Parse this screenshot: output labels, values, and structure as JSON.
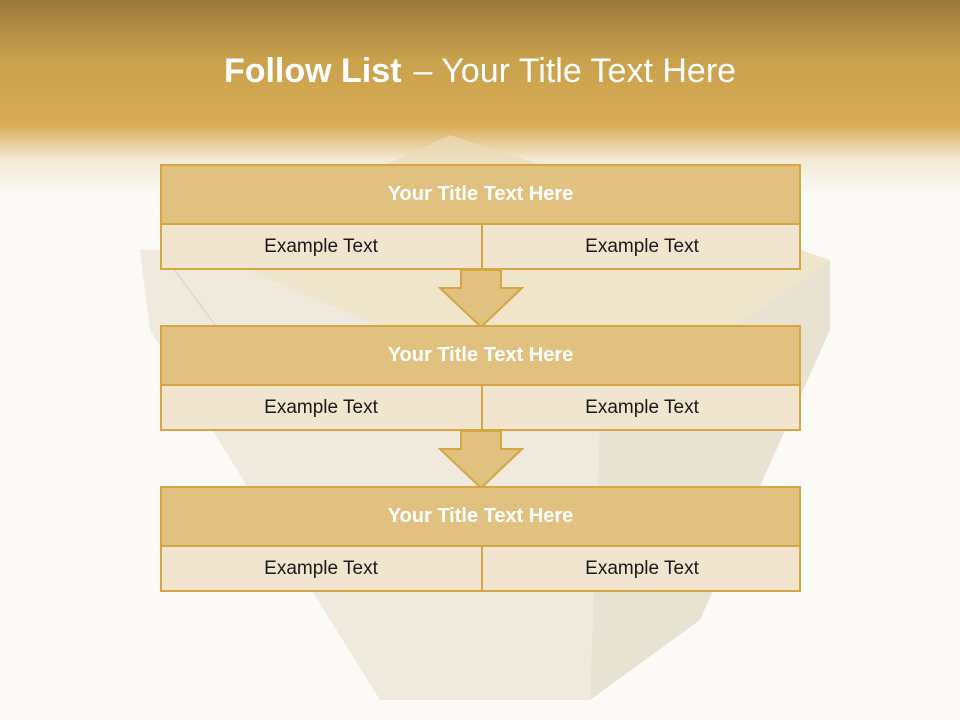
{
  "header": {
    "title_bold": "Follow List",
    "title_rest": "– Your Title Text Here"
  },
  "steps": [
    {
      "title": "Your Title Text Here",
      "left": "Example Text",
      "right": "Example Text"
    },
    {
      "title": "Your Title Text Here",
      "left": "Example Text",
      "right": "Example Text"
    },
    {
      "title": "Your Title Text Here",
      "left": "Example Text",
      "right": "Example Text"
    }
  ],
  "colors": {
    "accent": "#d5a641",
    "header_fill": "#e0c17f",
    "cell_fill": "#f2e5d0",
    "band_top": "#9a7a3c",
    "band_mid": "#d9ac55"
  }
}
